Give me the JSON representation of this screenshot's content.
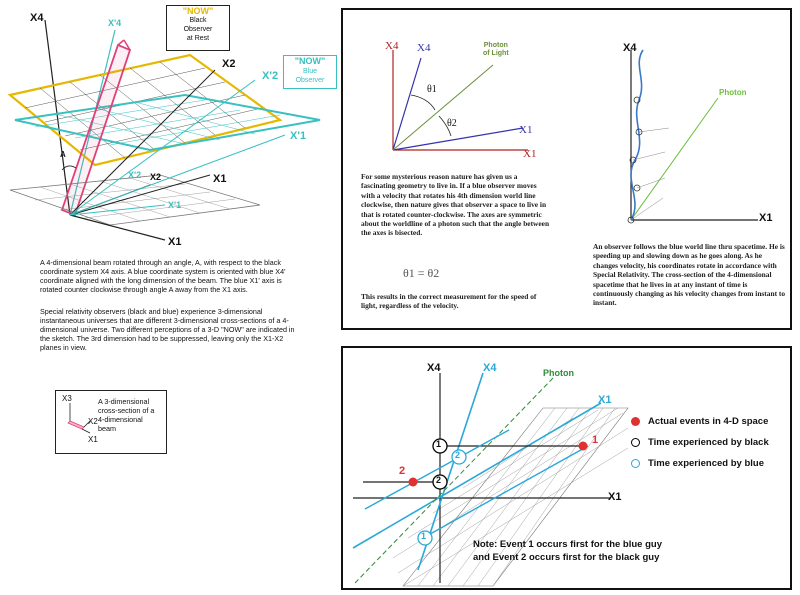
{
  "left_diagram": {
    "axes": {
      "x4": "X4",
      "x4p": "X'4",
      "x2": "X2",
      "x2p": "X'2",
      "x1": "X1",
      "x1p": "X'1",
      "angle": "A"
    },
    "now_black": {
      "title": "\"NOW\"",
      "sub1": "Black",
      "sub2": "Observer",
      "sub3": "at Rest"
    },
    "now_blue": {
      "title": "\"NOW\"",
      "sub1": "Blue",
      "sub2": "Observer"
    },
    "colors": {
      "black_plane": "#e6b800",
      "blue_plane": "#39c0c0",
      "beam": "#e0407a"
    }
  },
  "left_text": {
    "p1": "A 4-dimensional beam rotated through an angle, A, with respect to the black coordinate system X4 axis. A blue coordinate system is oriented with blue X4' coordinate aligned with the long dimension of the beam. The blue X1' axis is rotated counter clockwise through angle A away from the X1 axis.",
    "p2": "Special relativity observers (black and blue) experience 3-dimensional instantaneous universes that are different 3-dimensional cross-sections of a 4-dimensional universe. Two different perceptions of a 3-D \"NOW\" are indicated in the sketch. The 3rd dimension had to be suppressed, leaving only the X1-X2 planes in view."
  },
  "small_box": {
    "x3": "X3",
    "x2": "X2",
    "x1": "X1",
    "caption": "A 3-dimensional cross-section of a 4-dimensional beam"
  },
  "top_panel": {
    "left": {
      "x4": "X4",
      "x1": "X1",
      "x4p": "X4",
      "x1p": "X1",
      "photon1": "Photon",
      "photon2": "of Light",
      "theta1": "θ1",
      "theta2": "θ2",
      "text": "For some mysterious reason nature has given us a fascinating geometry to live in. If a blue observer moves with a velocity that rotates his 4th dimension world line clockwise, then nature gives that observer a space to live in that is rotated counter-clockwise. The axes are symmetric about the worldline of a photon such that the angle between the axes is bisected.",
      "equation": "θ1 = θ2",
      "text2": "This results in the correct measurement for the speed of light, regardless of the velocity."
    },
    "right": {
      "x4": "X4",
      "x1": "X1",
      "photon": "Photon",
      "text": "An observer follows the blue world line thru spacetime. He is speeding up and slowing down as he goes along. As he changes velocity, his coordinates rotate in accordance with Special Relativity. The cross-section of the 4-dimensional spacetime that he lives in at any instant of time is continuously changing as his velocity changes from instant to instant."
    }
  },
  "bottom_panel": {
    "x4": "X4",
    "x4p": "X4",
    "x1": "X1",
    "x1p": "X1",
    "photon": "Photon",
    "event1": "1",
    "event2": "2",
    "legend": [
      {
        "label": "Actual events in 4-D space",
        "color": "#e03030"
      },
      {
        "label": "Time experienced by black",
        "color": "#000000"
      },
      {
        "label": "Time experienced by blue",
        "color": "#2aa8d8"
      }
    ],
    "note1": "Note: Event 1 occurs first for the blue guy",
    "note2": "and Event 2 occurs first for the black guy"
  }
}
